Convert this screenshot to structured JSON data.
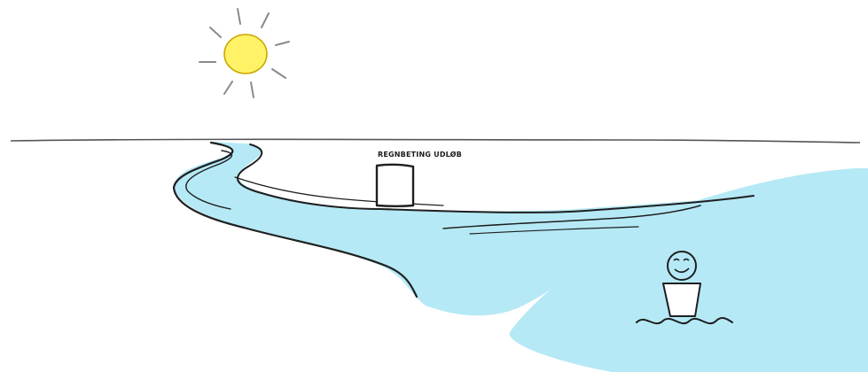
{
  "scene": {
    "sign_text": "REGNBETING UDLØB"
  },
  "colors": {
    "sun_fill": "#fff266",
    "sun_outline": "#c9a800",
    "ray": "#8a8a8a",
    "water": "#b5e9f6",
    "ink": "#1f1f1f",
    "horizon": "#555555",
    "background": "#ffffff"
  },
  "icons": {
    "sun": "sun-icon",
    "person": "stick-figure-person",
    "sign": "sign-post"
  }
}
